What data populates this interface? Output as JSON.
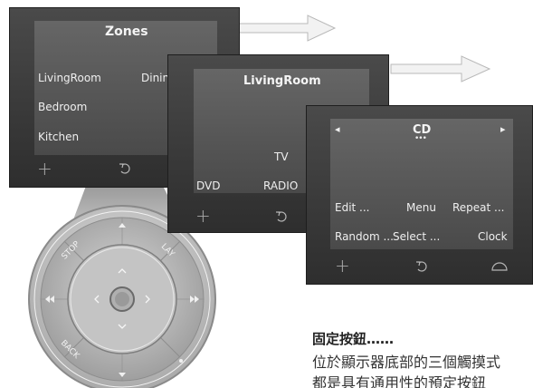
{
  "zones_panel": {
    "title": "Zones",
    "items": [
      "LivingRoom",
      "Dinin",
      "Bedroom",
      "Kitchen"
    ]
  },
  "livingroom_panel": {
    "title": "LivingRoom",
    "items": [
      "TV",
      "DVD",
      "RADIO"
    ]
  },
  "cd_panel": {
    "title": "CD",
    "dots": "•••",
    "left_arrow": "◂",
    "right_arrow": "▸",
    "buttons": [
      "Edit ...",
      "Menu",
      "Repeat ...",
      "Random ...",
      "Select ...",
      "Clock"
    ]
  },
  "remote": {
    "labels": [
      "STOP",
      "LAY",
      "BACK"
    ]
  },
  "caption": {
    "title": "固定按鈕……",
    "line1": "位於顯示器底部的三個觸摸式",
    "line2": "都是具有通用性的預定按鈕"
  },
  "colors": {
    "panel_dark": "#3a3a3a",
    "screen": "#5a5a5a",
    "text": "#efefef",
    "remote_silver": "#c8c8c8"
  }
}
